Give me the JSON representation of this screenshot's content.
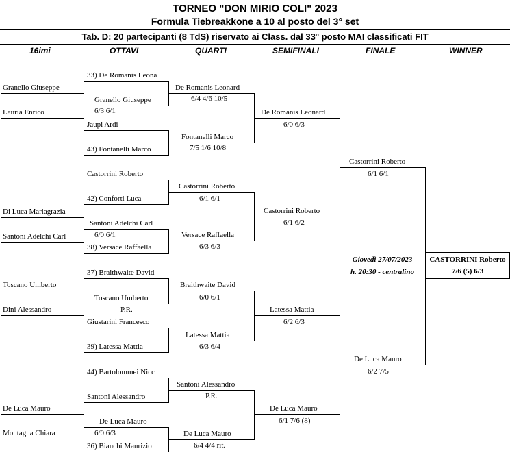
{
  "header": {
    "title": "TORNEO \"DON MIRIO COLI\" 2023",
    "subtitle": "Formula Tiebreakkone a 10 al posto del 3° set",
    "table_info": "Tab. D: 20 partecipanti (8 TdS) riservato ai Class. dal 33° posto MAI classificati FIT"
  },
  "columns": [
    "16imi",
    "OTTAVI",
    "QUARTI",
    "SEMIFINALI",
    "FINALE",
    "WINNER"
  ],
  "r16": [
    "Granello Giuseppe",
    "Lauria Enrico",
    "Di Luca Mariagrazia",
    "Santoni Adelchi Carl",
    "Toscano Umberto",
    "Dini Alessandro",
    "De Luca Mauro",
    "Montagna Chiara"
  ],
  "ottavi": [
    "33) De Romanis Leona",
    "Granello Giuseppe",
    "Jaupi Ardi",
    "43) Fontanelli Marco",
    "Castorrini Roberto",
    "42) Conforti Luca",
    "Santoni Adelchi Carl",
    "38) Versace Raffaella",
    "37) Braithwaite David",
    "Toscano Umberto",
    "Giustarini Francesco",
    "39) Latessa Mattia",
    "44) Bartolommei Nicc",
    "Santoni Alessandro",
    "De Luca Mauro",
    "36) Bianchi Maurizio"
  ],
  "r16_scores": [
    "6/3  6/1",
    "6/0  6/1",
    "P.R.",
    "6/0  6/3"
  ],
  "quarti": [
    "De Romanis Leonard",
    "Fontanelli Marco",
    "Castorrini Roberto",
    "Versace Raffaella",
    "Braithwaite David",
    "Latessa Mattia",
    "Santoni Alessandro",
    "De Luca Mauro"
  ],
  "ottavi_scores": [
    "6/4  4/6  10/5",
    "7/5  1/6  10/8",
    "6/1  6/1",
    "6/3  6/3",
    "6/0  6/1",
    "6/3  6/4",
    "P.R.",
    "6/4  4/4 rit."
  ],
  "semifinali": [
    "De Romanis Leonard",
    "Castorrini Roberto",
    "Latessa Mattia",
    "De Luca Mauro"
  ],
  "quarti_scores": [
    "6/0  6/3",
    "6/1  6/2",
    "6/2  6/3",
    "6/1  7/6 (8)"
  ],
  "finale": [
    "Castorrini Roberto",
    "De Luca Mauro"
  ],
  "semi_scores": [
    "6/1  6/1",
    "6/2  7/5"
  ],
  "final_info": {
    "date": "Giovedì 27/07/2023",
    "time": "h. 20:30 - centralino"
  },
  "winner": {
    "name": "CASTORRINI Roberto",
    "score": "7/6 (5)  6/3"
  }
}
